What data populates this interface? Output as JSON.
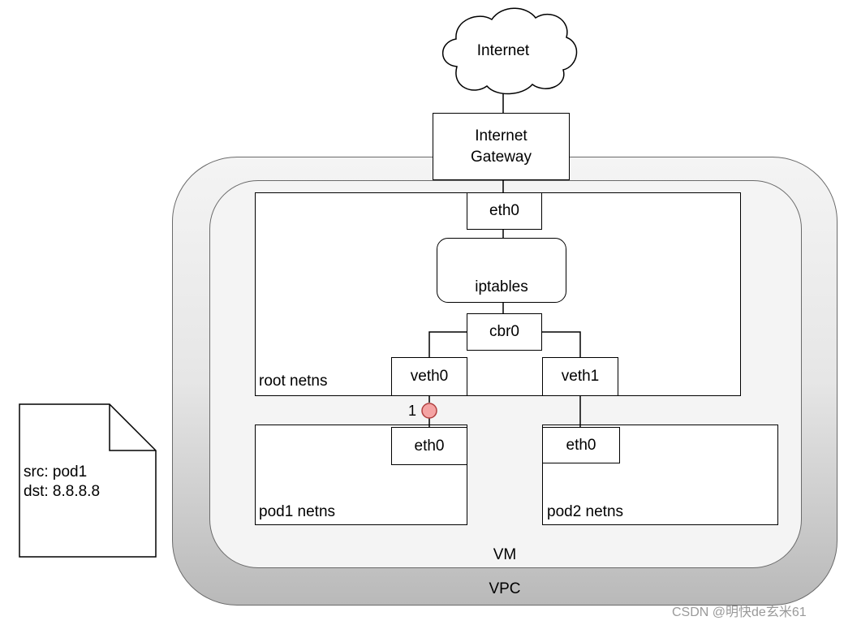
{
  "nodes": {
    "internet": "Internet",
    "gateway_line1": "Internet",
    "gateway_line2": "Gateway",
    "root_eth0": "eth0",
    "iptables": "iptables",
    "cbr0": "cbr0",
    "veth0": "veth0",
    "veth1": "veth1",
    "pod1_eth0": "eth0",
    "pod2_eth0": "eth0"
  },
  "namespaces": {
    "root": "root netns",
    "pod1": "pod1 netns",
    "pod2": "pod2 netns"
  },
  "containers": {
    "vm": "VM",
    "vpc": "VPC"
  },
  "packet": {
    "src": "src: pod1",
    "dst": "dst: 8.8.8.8"
  },
  "step_marker": {
    "number": "1",
    "color": "#f4a3a3"
  },
  "watermark": "CSDN @明快de玄米61"
}
